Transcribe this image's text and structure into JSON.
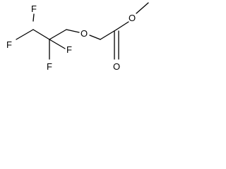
{
  "molecule": {
    "atoms": {
      "f1": "F",
      "f2": "F",
      "f3": "F",
      "f4": "F",
      "o_ether": "O",
      "o_methoxy": "O",
      "o_carbonyl": "O"
    }
  }
}
